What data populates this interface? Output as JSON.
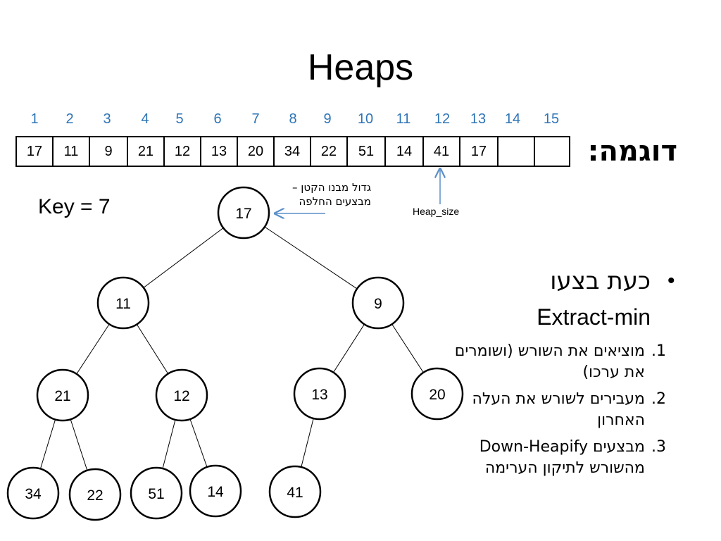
{
  "title": "Heaps",
  "example_label": "דוגמה:",
  "indices": [
    "1",
    "2",
    "3",
    "4",
    "5",
    "6",
    "7",
    "8",
    "9",
    "10",
    "11",
    "12",
    "13",
    "14",
    "15"
  ],
  "array_values": [
    "17",
    "11",
    "9",
    "21",
    "12",
    "13",
    "20",
    "34",
    "22",
    "51",
    "14",
    "41",
    "17",
    "",
    ""
  ],
  "key_label": "Key = 7",
  "annotation": {
    "line1": "גדול מבנו הקטן –",
    "line2": "מבצעים החלפה"
  },
  "heap_size_label": "Heap_size",
  "bullet": {
    "title": "כעת בצעו",
    "subtitle": "Extract-min"
  },
  "steps": [
    {
      "num": "1.",
      "text": "מוציאים את השורש (ושומרים את ערכו)"
    },
    {
      "num": "2.",
      "text": "מעבירים לשורש את העלה האחרון"
    },
    {
      "num": "3.",
      "text": "מבצעים Down-Heapify מהשורש לתיקון הערימה"
    }
  ],
  "tree": {
    "nodes": [
      "17",
      "11",
      "9",
      "21",
      "12",
      "13",
      "20",
      "34",
      "22",
      "51",
      "14",
      "41"
    ]
  },
  "colors": {
    "index_text": "#2e74b5",
    "arrow": "#5b8fc9"
  }
}
